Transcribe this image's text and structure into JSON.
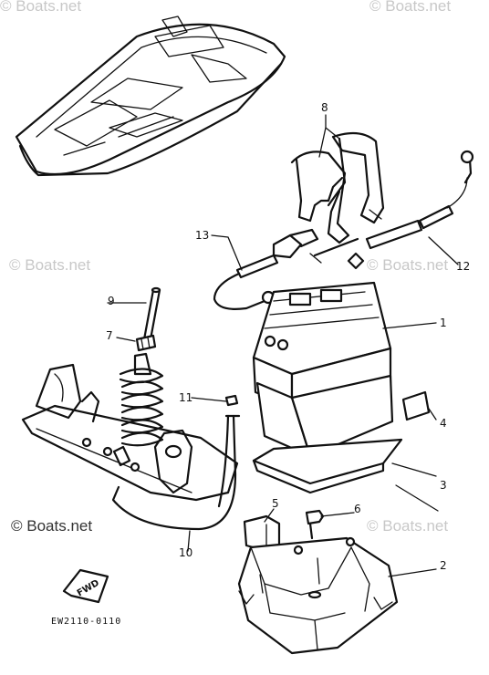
{
  "watermark": {
    "text_light": "© Boats.net",
    "text_dark": "© Boats.net",
    "color_light": "#c8c8c8",
    "color_dark": "#333333"
  },
  "callouts": {
    "c1": "1",
    "c2": "2",
    "c3": "3",
    "c4": "4",
    "c5": "5",
    "c6": "6",
    "c7": "7",
    "c8": "8",
    "c9": "9",
    "c10": "10",
    "c11": "11",
    "c12": "12",
    "c13": "13"
  },
  "fwd_label": "FWD",
  "diagram_code": "EW2110-0110"
}
